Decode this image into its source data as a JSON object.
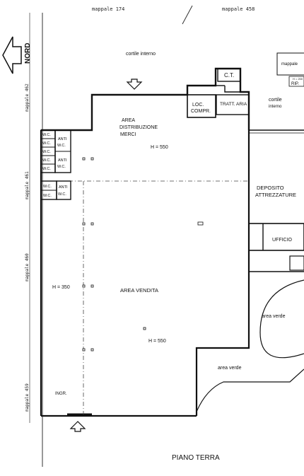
{
  "title": "PIANO TERRA",
  "north": "NORD",
  "mappali": {
    "top_left": "mappale 174",
    "top_right": "mappale 458",
    "side_462": "mappale 462",
    "side_461": "mappale 461",
    "side_460": "mappale 460",
    "side_459": "mappale 459",
    "right_top": "mappale"
  },
  "courtyard": {
    "top": "cortile interno",
    "right_line1": "cortile",
    "right_line2": "interno"
  },
  "rooms": {
    "ct": "C.T.",
    "loc_line1": "LOC.",
    "loc_line2": "COMPR.",
    "tratt": "TRATT. ARIA",
    "area_dist_line1": "AREA",
    "area_dist_line2": "DISTRIBUZIONE",
    "area_dist_line3": "MERCI",
    "h550_top": "H = 550",
    "wc": "W.C.",
    "anti": "ANTI",
    "anti_wc": "W.C.",
    "deposito_line1": "DEPOSITO",
    "deposito_line2": "ATTREZZATURE",
    "ufficio": "UFFICIO",
    "h350": "H = 350",
    "area_vendita": "AREA VENDITA",
    "h550_bottom": "H = 550",
    "area_verde_1": "area verde",
    "area_verde_2": "area verde",
    "ingr": "INGR.",
    "rip": "RIP.",
    "h200": "H = 200"
  }
}
